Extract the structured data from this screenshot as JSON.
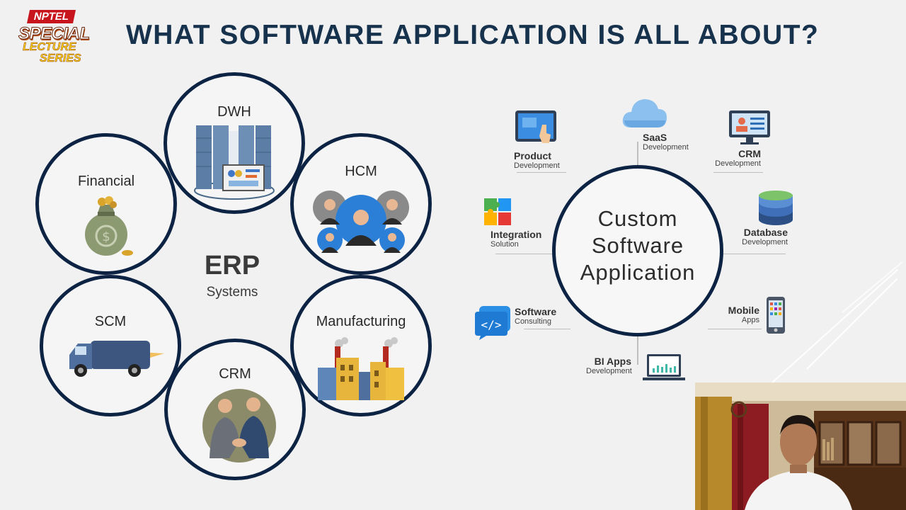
{
  "logo": {
    "line1": "NPTEL",
    "line2": "SPECIAL",
    "line3": "LECTURE",
    "line4": "SERIES"
  },
  "title": "WHAT SOFTWARE APPLICATION IS ALL ABOUT?",
  "erp": {
    "title": "ERP",
    "subtitle": "Systems",
    "modules": {
      "dwh": "DWH",
      "hcm": "HCM",
      "financial": "Financial",
      "scm": "SCM",
      "crm": "CRM",
      "manufacturing": "Manufacturing"
    }
  },
  "custom": {
    "line1": "Custom",
    "line2": "Software",
    "line3": "Application",
    "services": {
      "product": {
        "main": "Product",
        "sub": "Development"
      },
      "saas": {
        "main": "SaaS",
        "sub": "Development"
      },
      "crm": {
        "main": "CRM",
        "sub": "Development"
      },
      "integration": {
        "main": "Integration",
        "sub": "Solution"
      },
      "database": {
        "main": "Database",
        "sub": "Development"
      },
      "consulting": {
        "main": "Software",
        "sub": "Consulting"
      },
      "mobile": {
        "main": "Mobile",
        "sub": "Apps"
      },
      "bi": {
        "main": "BI Apps",
        "sub": "Development"
      }
    }
  },
  "colors": {
    "title": "#17324d",
    "ring": "#0d2344",
    "accent_red": "#c8141c",
    "accent_yellow": "#ffd21e"
  }
}
